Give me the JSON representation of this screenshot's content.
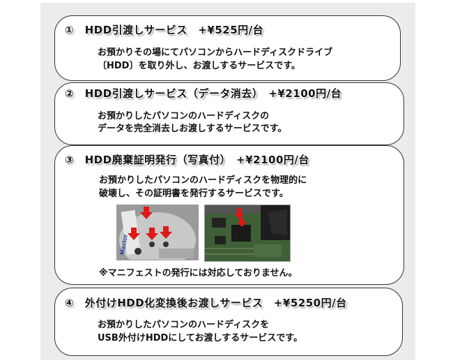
{
  "services": [
    {
      "title": "①　HDD引渡しサービス　+¥525円/台",
      "lines": [
        "お預かりその場にてパソコンからハードディスクドライブ",
        "〔HDD〕を取り外し、お渡しするサービスです。"
      ]
    },
    {
      "title": "②　HDD引渡しサービス（データ消去）　+¥2100円/台",
      "lines": [
        "お預かりしたパソコンのハードディスクの",
        "データを完全消去しお渡しするサービスです。"
      ]
    },
    {
      "title": "③　HDD廃棄証明発行（写真付）　+¥2100円/台",
      "lines": [
        "お預かりしたパソコンのハードディスクを物理的に",
        "破壊し、その証明書を発行するサービスです。"
      ],
      "note": "※マニフェストの発行には対応しておりません。",
      "photo_label": "Maxtor"
    },
    {
      "title": "④　外付けHDD化変換後お渡しサービス　+¥5250円/台",
      "lines": [
        "お預かりしたパソコンのハードディスクを",
        "USB外付けHDDにしてお渡しするサービスです。"
      ]
    }
  ]
}
